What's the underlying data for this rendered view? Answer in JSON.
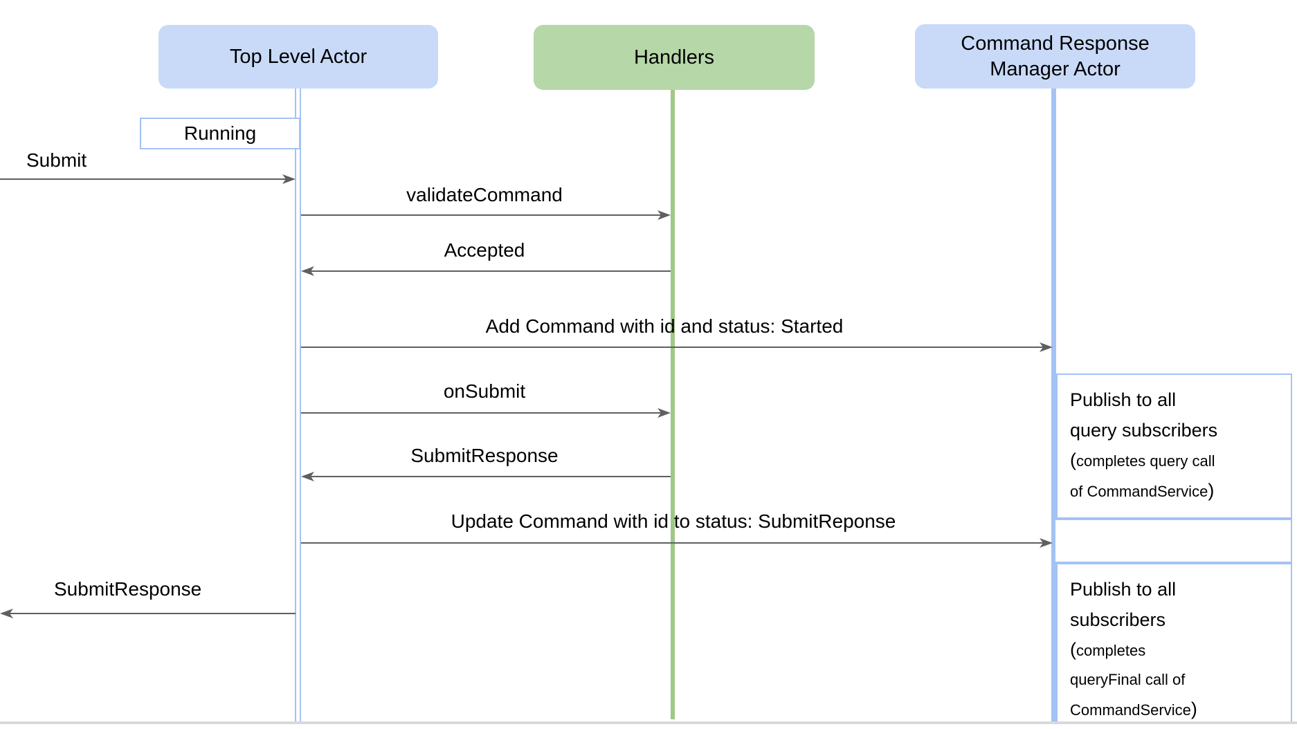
{
  "diagram_title": "Command submit sequence diagram",
  "actors": [
    {
      "lines": [
        "Top Level Actor"
      ]
    },
    {
      "lines": [
        "Handlers"
      ]
    },
    {
      "lines": [
        "Command Response",
        "Manager Actor"
      ]
    }
  ],
  "state_box": {
    "label": "Running"
  },
  "messages": [
    {
      "label": "Submit",
      "from": "external",
      "to": "Top Level Actor"
    },
    {
      "label": "validateCommand",
      "from": "Top Level Actor",
      "to": "Handlers"
    },
    {
      "label": "Accepted",
      "from": "Handlers",
      "to": "Top Level Actor"
    },
    {
      "label": "Add Command with id and status: Started",
      "from": "Top Level Actor",
      "to": "Command Response Manager Actor"
    },
    {
      "label": "onSubmit",
      "from": "Top Level Actor",
      "to": "Handlers"
    },
    {
      "label": "SubmitResponse",
      "from": "Handlers",
      "to": "Top Level Actor"
    },
    {
      "label": "Update Command with id to status: SubmitReponse",
      "from": "Top Level Actor",
      "to": "Command Response Manager Actor"
    },
    {
      "label": "SubmitResponse",
      "from": "Top Level Actor",
      "to": "external"
    }
  ],
  "notes": [
    {
      "main": [
        "Publish to all",
        "query subscribers"
      ],
      "paren_open": "(",
      "paren": [
        "completes query call",
        "of CommandService"
      ],
      "paren_close": ")"
    },
    {
      "main": [
        "Publish to all",
        "subscribers"
      ],
      "paren_open": "(",
      "paren": [
        "completes",
        "queryFinal call of",
        "CommandService"
      ],
      "paren_close": ")"
    }
  ],
  "colors": {
    "actor_blue": "#c9daf8",
    "actor_green": "#b6d7a8",
    "lifeline_blue": "#a4c2f4",
    "lifeline_green": "#a0c786",
    "note_border": "#a4c2f4",
    "arrow_color": "#5f5f5f",
    "page_edge": "#d9d9d9"
  }
}
